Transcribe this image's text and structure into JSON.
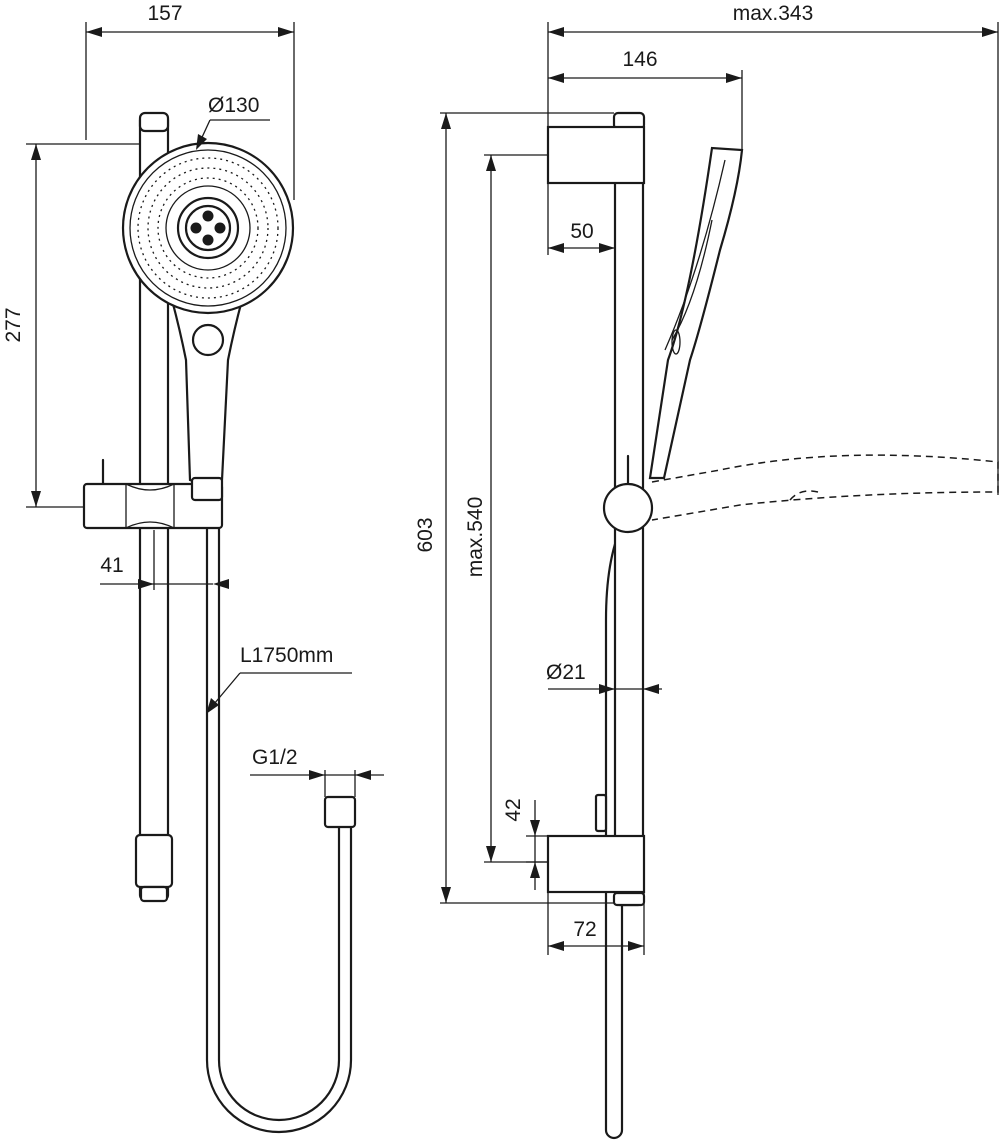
{
  "front_view": {
    "dim_width": "157",
    "dim_head_diameter": "Ø130",
    "dim_head_height": "277",
    "dim_bracket_offset": "41",
    "dim_hose_length": "L1750mm",
    "dim_thread": "G1/2"
  },
  "side_view": {
    "dim_max_projection": "max.343",
    "dim_head_projection": "146",
    "dim_bracket_depth": "50",
    "dim_total_height": "603",
    "dim_max_travel": "max.540",
    "dim_rail_diameter": "Ø21",
    "dim_bracket_height": "42",
    "dim_bracket_width": "72"
  },
  "colors": {
    "line": "#1a1a1a",
    "background": "#ffffff"
  }
}
